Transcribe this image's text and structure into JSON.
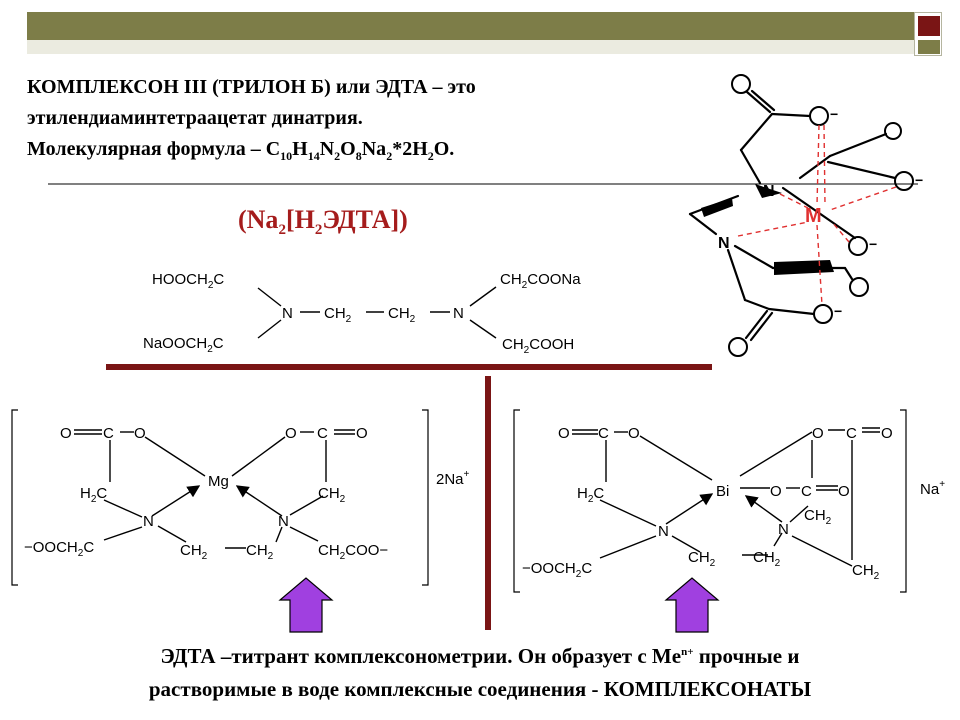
{
  "slide": {
    "accent_olive": "#7d7d48",
    "accent_red": "#7a1515",
    "formula_color": "#a51c1c",
    "arrow_color": "#a040e0"
  },
  "intro": {
    "line1": "КОМПЛЕКСОН III (ТРИЛОН Б) или ЭДТА – это",
    "line2": "этилендиаминтетраацетат динатрия.",
    "line3_prefix": "Молекулярная формула – C",
    "sub_c": "10",
    "h": "H",
    "sub_h": "14",
    "n": "N",
    "sub_n": "2",
    "o": "O",
    "sub_o": "8",
    "na": "Na",
    "sub_na": "2",
    "water": "*2H",
    "sub_w": "2",
    "end": "O."
  },
  "salt_formula": {
    "open": "(Na",
    "sub1": "2",
    "mid": "[H",
    "sub2": "2",
    "end": "ЭДТА])"
  },
  "structure": {
    "hooch2c": "HOOCH",
    "naooch2c": "NaOOCH",
    "n_left": "N",
    "n_right": "N",
    "ch2_a": "CH",
    "ch2_b": "CH",
    "ch2coona": "CH",
    "ch2cooh": "CH",
    "sub2": "2",
    "c_suffix": "C",
    "coona_suffix": "COONa",
    "cooh_suffix": "COOH"
  },
  "chelate_3d": {
    "metal": "M",
    "n": "N",
    "o": "O",
    "minus": "−"
  },
  "mg_complex": {
    "metal": "Mg",
    "counter_ion": "2Na",
    "charge": "+"
  },
  "bi_complex": {
    "metal": "Bi",
    "counter_ion": "Na",
    "charge": "+"
  },
  "footer": {
    "line1_a": "ЭДТА –титрант комплексонометрии. Он образует с Me",
    "line1_sup": "n+",
    "line1_b": " прочные и",
    "line2": "растворимые в воде комплексные соединения - КОМПЛЕКСОНАТЫ"
  }
}
